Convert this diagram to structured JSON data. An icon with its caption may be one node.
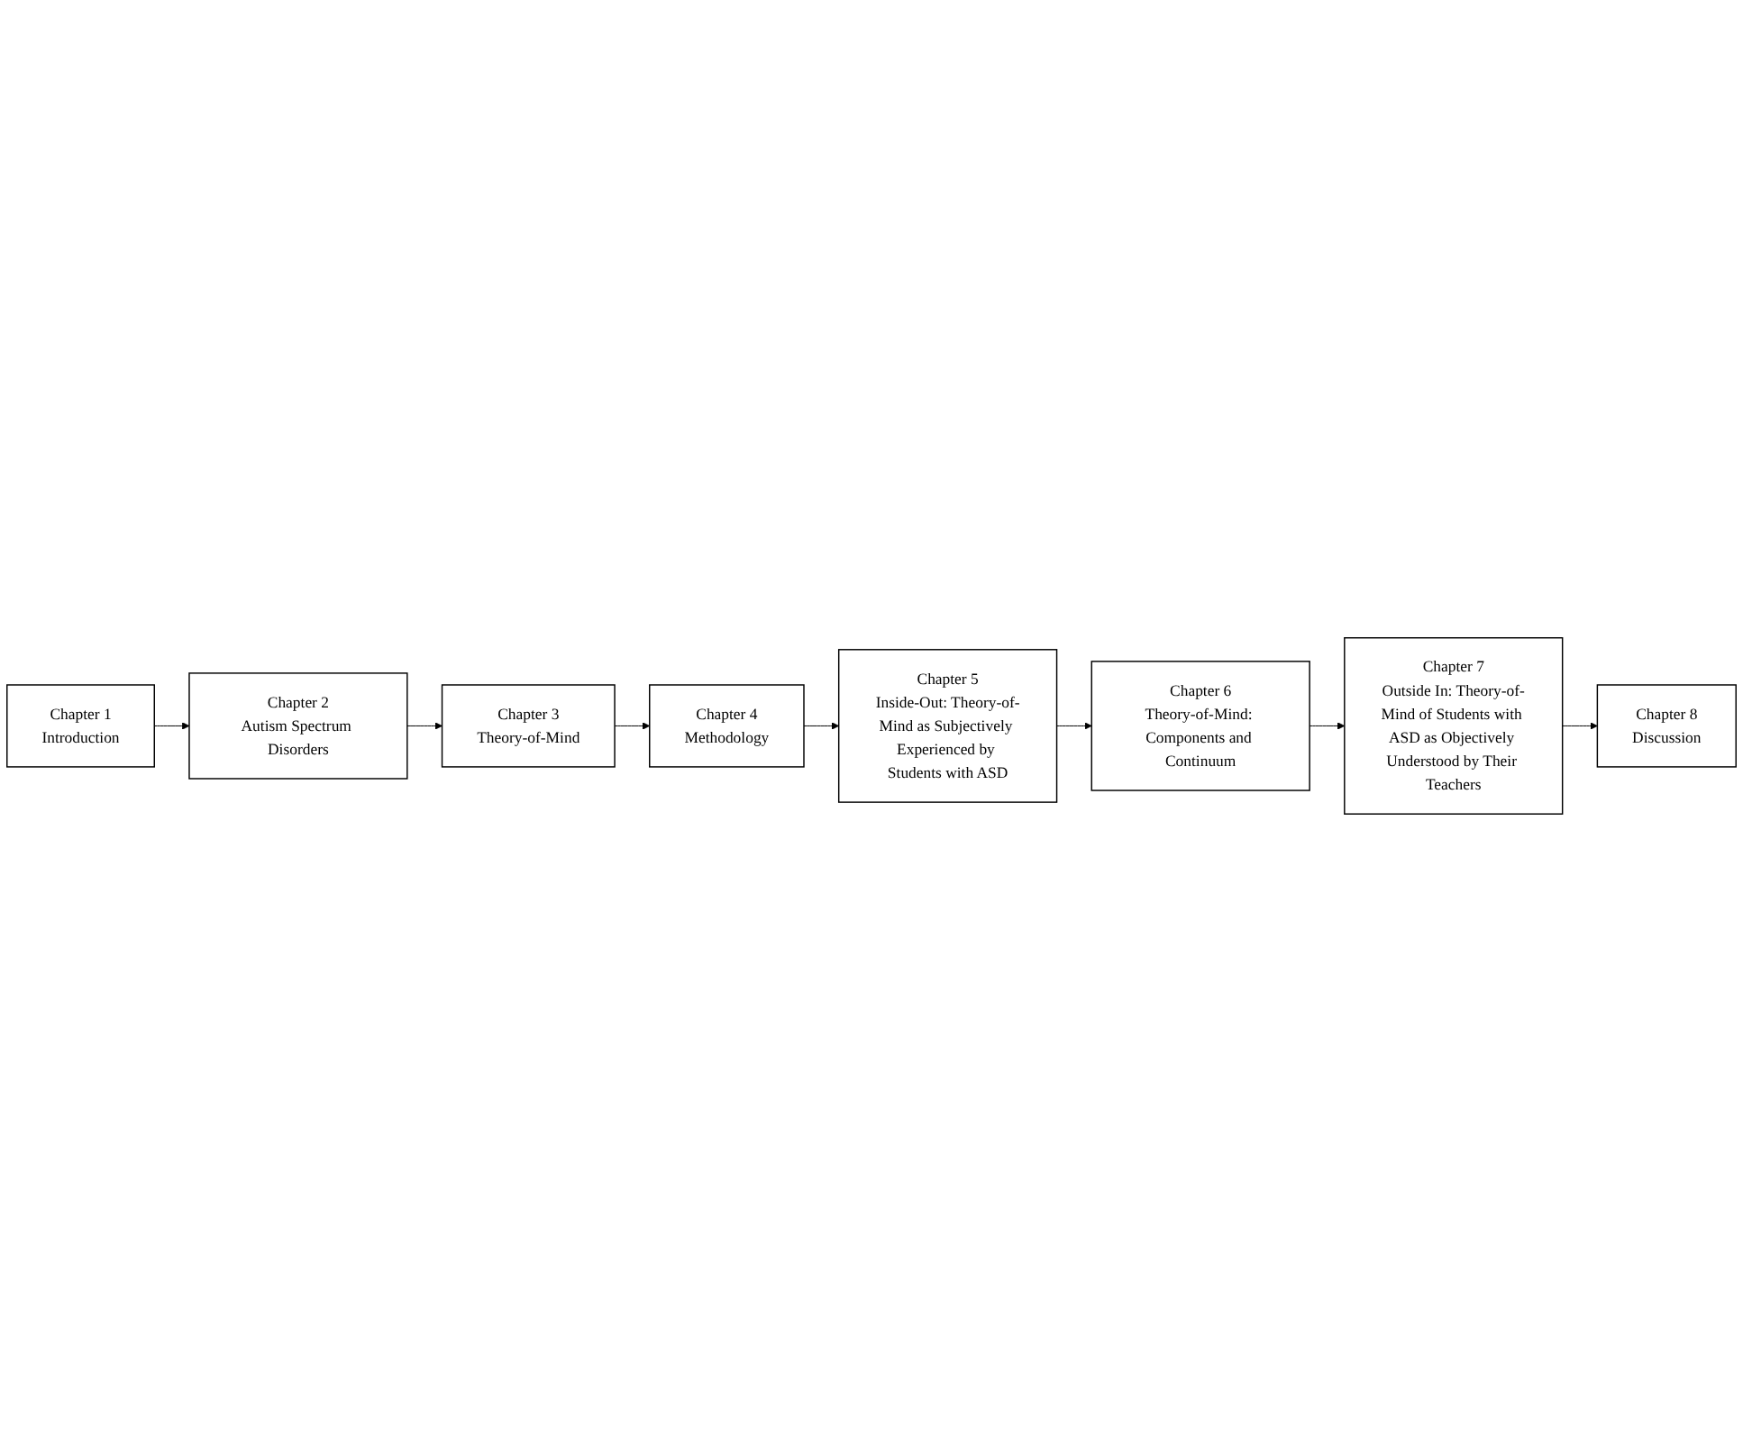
{
  "diagram": {
    "nodes": [
      {
        "text": [
          "Chapter 1",
          "Introduction"
        ]
      },
      {
        "text": [
          "Chapter 2",
          "Autism Spectrum Disorders"
        ]
      },
      {
        "text": [
          "Chapter 3",
          "Theory-of-Mind"
        ]
      },
      {
        "text": [
          "Chapter 4",
          "Methodology"
        ]
      },
      {
        "text": [
          "Chapter 5",
          "Inside-Out: Theory-of-Mind as Subjectively Experienced by Students with ASD"
        ]
      },
      {
        "text": [
          "Chapter 6",
          "Theory-of-Mind: Components and Continuum"
        ]
      },
      {
        "text": [
          "Chapter 7",
          "Outside In: Theory-of-Mind of Students with ASD as Objectively Understood by Their Teachers"
        ]
      },
      {
        "text": [
          "Chapter 8",
          "Discussion"
        ]
      }
    ],
    "edges": [
      {
        "from": 0,
        "to": 1,
        "arrow": "to"
      },
      {
        "from": 1,
        "to": 2,
        "arrow": "to"
      },
      {
        "from": 2,
        "to": 3,
        "arrow": "to"
      },
      {
        "from": 3,
        "to": 4,
        "arrow": "to"
      },
      {
        "from": 4,
        "to": 5,
        "arrow": "to"
      },
      {
        "from": 5,
        "to": 6,
        "arrow": "to"
      },
      {
        "from": 6,
        "to": 7,
        "arrow": "to"
      }
    ]
  }
}
